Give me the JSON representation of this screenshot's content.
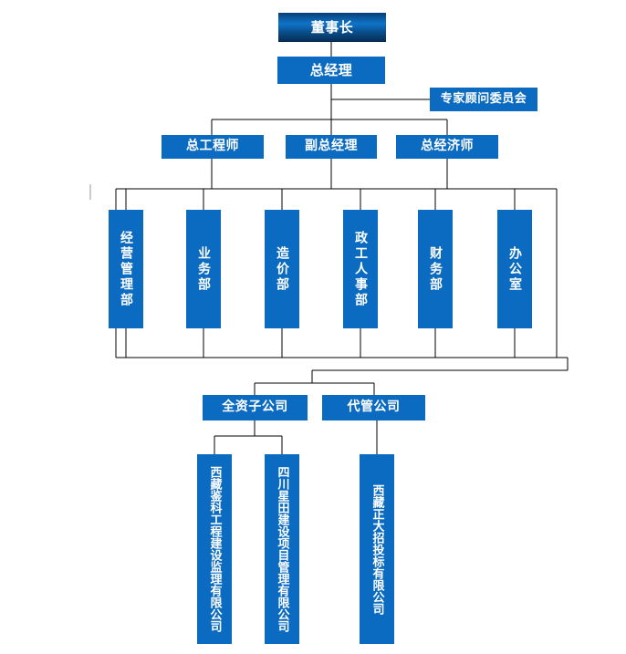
{
  "chart_title": "",
  "colors": {
    "box_blue": "#0b6bc0",
    "box_gradient_dark": "#062c52",
    "box_gradient_mid": "#0f74c8",
    "connector_line": "#000000",
    "stray_mark": "#9a9a9a",
    "text": "#ffffff",
    "background": "#ffffff"
  },
  "org": {
    "level1": {
      "chairman": "董事长"
    },
    "level2": {
      "general_manager": "总经理"
    },
    "advisory": {
      "expert_advisory_committee": "专家顾问委员会"
    },
    "level3": [
      {
        "label": "总工程师"
      },
      {
        "label": "副总经理"
      },
      {
        "label": "总经济师"
      }
    ],
    "departments": [
      {
        "label": "经营管理部"
      },
      {
        "label": "业务部"
      },
      {
        "label": "造价部"
      },
      {
        "label": "政工人事部"
      },
      {
        "label": "财务部"
      },
      {
        "label": "办公室"
      }
    ],
    "company_groups": [
      {
        "label": "全资子公司"
      },
      {
        "label": "代管公司"
      }
    ],
    "subsidiaries": [
      {
        "label": "西藏鉴科工程建设监理有限公司",
        "parent": "全资子公司"
      },
      {
        "label": "四川星田建设项目管理有限公司",
        "parent": "全资子公司"
      },
      {
        "label": "西藏正大招投标有限公司",
        "parent": "代管公司"
      }
    ]
  }
}
